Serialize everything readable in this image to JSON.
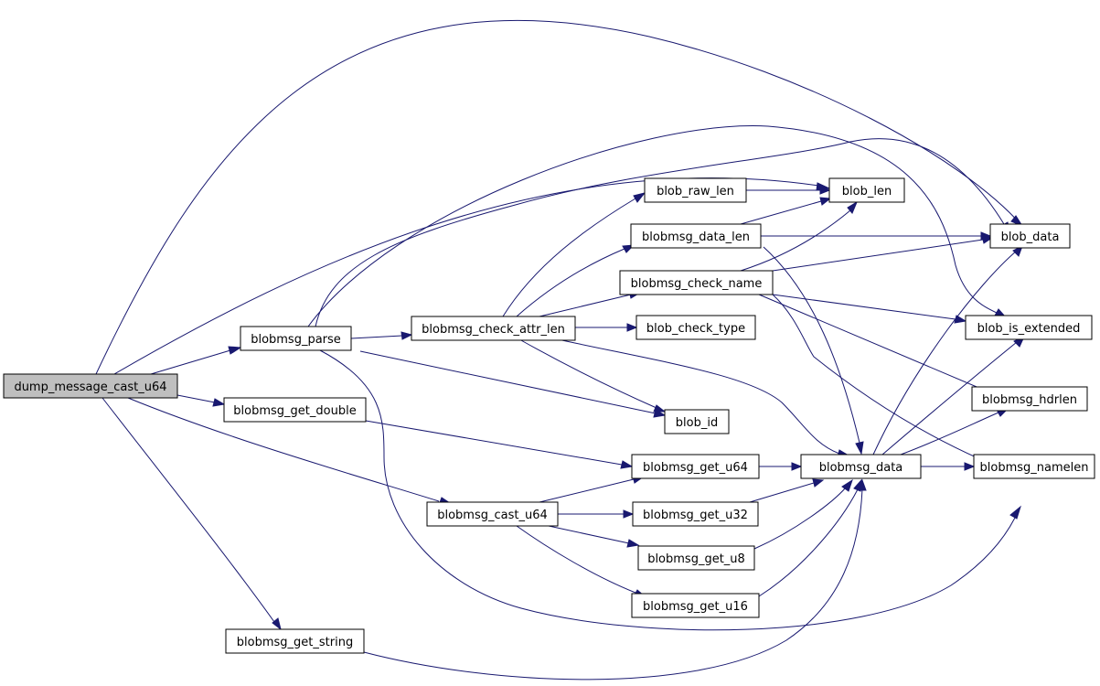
{
  "nodes": [
    {
      "id": "dump_message_cast_u64",
      "label": "dump_message_cast_u64",
      "root": true
    },
    {
      "id": "blobmsg_parse",
      "label": "blobmsg_parse"
    },
    {
      "id": "blobmsg_get_double",
      "label": "blobmsg_get_double"
    },
    {
      "id": "blobmsg_get_string",
      "label": "blobmsg_get_string"
    },
    {
      "id": "blobmsg_cast_u64",
      "label": "blobmsg_cast_u64"
    },
    {
      "id": "blobmsg_check_attr_len",
      "label": "blobmsg_check_attr_len"
    },
    {
      "id": "blob_raw_len",
      "label": "blob_raw_len"
    },
    {
      "id": "blobmsg_data_len",
      "label": "blobmsg_data_len"
    },
    {
      "id": "blobmsg_check_name",
      "label": "blobmsg_check_name"
    },
    {
      "id": "blob_check_type",
      "label": "blob_check_type"
    },
    {
      "id": "blob_id",
      "label": "blob_id"
    },
    {
      "id": "blobmsg_get_u64",
      "label": "blobmsg_get_u64"
    },
    {
      "id": "blobmsg_get_u32",
      "label": "blobmsg_get_u32"
    },
    {
      "id": "blobmsg_get_u8",
      "label": "blobmsg_get_u8"
    },
    {
      "id": "blobmsg_get_u16",
      "label": "blobmsg_get_u16"
    },
    {
      "id": "blob_len",
      "label": "blob_len"
    },
    {
      "id": "blob_data",
      "label": "blob_data"
    },
    {
      "id": "blobmsg_data",
      "label": "blobmsg_data"
    },
    {
      "id": "blob_is_extended",
      "label": "blob_is_extended"
    },
    {
      "id": "blobmsg_hdrlen",
      "label": "blobmsg_hdrlen"
    },
    {
      "id": "blobmsg_namelen",
      "label": "blobmsg_namelen"
    }
  ],
  "edges": [
    {
      "from": "dump_message_cast_u64",
      "to": "blob_data"
    },
    {
      "from": "dump_message_cast_u64",
      "to": "blob_len"
    },
    {
      "from": "dump_message_cast_u64",
      "to": "blobmsg_parse"
    },
    {
      "from": "dump_message_cast_u64",
      "to": "blobmsg_get_double"
    },
    {
      "from": "dump_message_cast_u64",
      "to": "blobmsg_cast_u64"
    },
    {
      "from": "dump_message_cast_u64",
      "to": "blobmsg_get_string"
    },
    {
      "from": "blobmsg_parse",
      "to": "blob_data"
    },
    {
      "from": "blobmsg_parse",
      "to": "blob_is_extended"
    },
    {
      "from": "blobmsg_parse",
      "to": "blobmsg_check_attr_len"
    },
    {
      "from": "blobmsg_parse",
      "to": "blob_id"
    },
    {
      "from": "blobmsg_parse",
      "to": "blobmsg_namelen"
    },
    {
      "from": "blobmsg_check_attr_len",
      "to": "blob_raw_len"
    },
    {
      "from": "blobmsg_check_attr_len",
      "to": "blobmsg_data_len"
    },
    {
      "from": "blobmsg_check_attr_len",
      "to": "blobmsg_check_name"
    },
    {
      "from": "blobmsg_check_attr_len",
      "to": "blob_check_type"
    },
    {
      "from": "blobmsg_check_attr_len",
      "to": "blob_id"
    },
    {
      "from": "blobmsg_check_attr_len",
      "to": "blobmsg_data"
    },
    {
      "from": "blob_raw_len",
      "to": "blob_len"
    },
    {
      "from": "blobmsg_data_len",
      "to": "blob_len"
    },
    {
      "from": "blobmsg_data_len",
      "to": "blob_data"
    },
    {
      "from": "blobmsg_data_len",
      "to": "blobmsg_data"
    },
    {
      "from": "blobmsg_check_name",
      "to": "blob_len"
    },
    {
      "from": "blobmsg_check_name",
      "to": "blob_data"
    },
    {
      "from": "blobmsg_check_name",
      "to": "blob_is_extended"
    },
    {
      "from": "blobmsg_check_name",
      "to": "blobmsg_hdrlen"
    },
    {
      "from": "blobmsg_check_name",
      "to": "blobmsg_namelen"
    },
    {
      "from": "blobmsg_get_double",
      "to": "blobmsg_get_u64"
    },
    {
      "from": "blobmsg_cast_u64",
      "to": "blobmsg_get_u64"
    },
    {
      "from": "blobmsg_cast_u64",
      "to": "blobmsg_get_u32"
    },
    {
      "from": "blobmsg_cast_u64",
      "to": "blobmsg_get_u8"
    },
    {
      "from": "blobmsg_cast_u64",
      "to": "blobmsg_get_u16"
    },
    {
      "from": "blobmsg_get_u64",
      "to": "blobmsg_data"
    },
    {
      "from": "blobmsg_get_u32",
      "to": "blobmsg_data"
    },
    {
      "from": "blobmsg_get_u8",
      "to": "blobmsg_data"
    },
    {
      "from": "blobmsg_get_u16",
      "to": "blobmsg_data"
    },
    {
      "from": "blobmsg_get_string",
      "to": "blobmsg_data"
    },
    {
      "from": "blobmsg_data",
      "to": "blob_data"
    },
    {
      "from": "blobmsg_data",
      "to": "blob_is_extended"
    },
    {
      "from": "blobmsg_data",
      "to": "blobmsg_hdrlen"
    },
    {
      "from": "blobmsg_data",
      "to": "blobmsg_namelen"
    }
  ],
  "colors": {
    "edge": "#191970",
    "root_fill": "#bfbfbf",
    "node_fill": "#ffffff",
    "node_stroke": "#000000"
  }
}
